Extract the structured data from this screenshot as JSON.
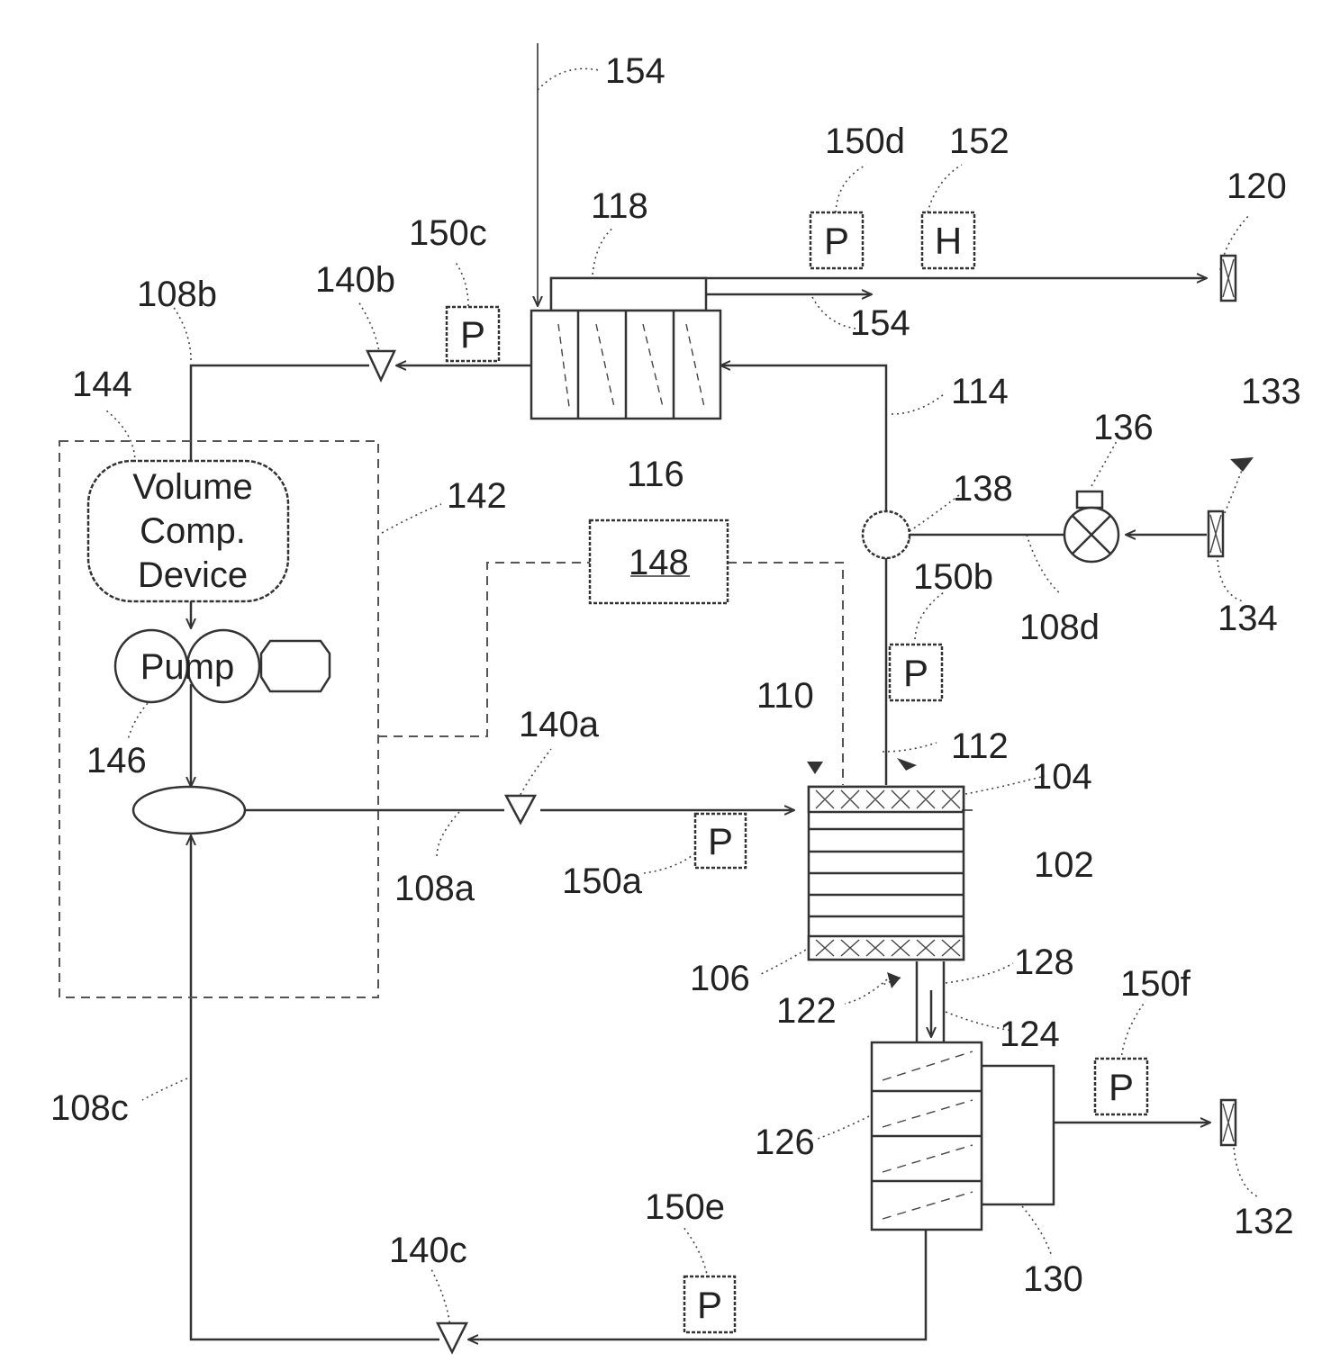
{
  "colors": {
    "line": "#333333",
    "background": "#ffffff"
  },
  "labels": {
    "l102": "102",
    "l104": "104",
    "l106": "106",
    "l108a": "108a",
    "l108b": "108b",
    "l108c": "108c",
    "l108d": "108d",
    "l110": "110",
    "l112": "112",
    "l114": "114",
    "l116": "116",
    "l118": "118",
    "l120": "120",
    "l122": "122",
    "l124": "124",
    "l126": "126",
    "l128": "128",
    "l130": "130",
    "l132": "132",
    "l133": "133",
    "l134": "134",
    "l136": "136",
    "l138": "138",
    "l140a": "140a",
    "l140b": "140b",
    "l140c": "140c",
    "l142": "142",
    "l144": "144",
    "l146": "146",
    "l148": "148",
    "l150a": "150a",
    "l150b": "150b",
    "l150c": "150c",
    "l150d": "150d",
    "l150e": "150e",
    "l150f": "150f",
    "l152": "152",
    "l154_top": "154",
    "l154_mid": "154"
  },
  "components": {
    "volume_device_line1": "Volume",
    "volume_device_line2": "Comp.",
    "volume_device_line3": "Device",
    "pump": "Pump",
    "pressure_symbol": "P",
    "humidity_symbol": "H"
  }
}
